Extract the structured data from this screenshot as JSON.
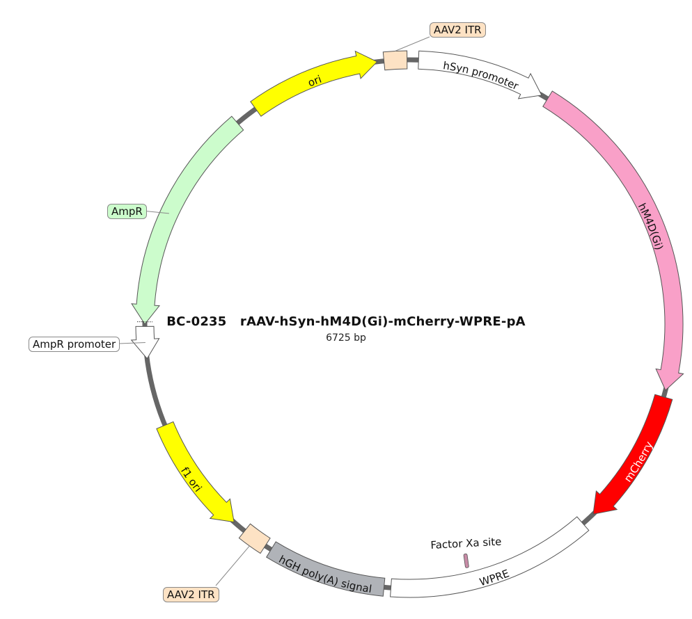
{
  "plasmid": {
    "id": "BC-0235",
    "name": "rAAV-hSyn-hM4D(Gi)-mCherry-WPRE-pA",
    "length_label": "6725 bp",
    "length_bp": 6725
  },
  "features": [
    {
      "label": "AAV2 ITR",
      "type": "box",
      "color": "#fde2c4",
      "start_deg": 354.5,
      "end_deg": 359.5,
      "direction": "none",
      "label_inside": false
    },
    {
      "label": "hSyn promoter",
      "type": "arrow",
      "color": "#ffffff",
      "start_deg": 2.0,
      "end_deg": 30.0,
      "direction": "cw",
      "label_inside": true
    },
    {
      "label": "hM4D(Gi)",
      "type": "arrow",
      "color": "#f9a0c8",
      "start_deg": 31.5,
      "end_deg": 104.5,
      "direction": "cw",
      "label_inside": true
    },
    {
      "label": "mCherry",
      "type": "arrow",
      "color": "#ff0000",
      "start_deg": 106.0,
      "end_deg": 136.0,
      "direction": "cw",
      "label_inside": true
    },
    {
      "label": "WPRE",
      "type": "box",
      "color": "#ffffff",
      "start_deg": 139.0,
      "end_deg": 184.0,
      "direction": "none",
      "label_inside": true
    },
    {
      "label": "hGH poly(A) signal",
      "type": "box",
      "color": "#b0b3b8",
      "start_deg": 185.5,
      "end_deg": 211.5,
      "direction": "none",
      "label_inside": true
    },
    {
      "label": "AAV2 ITR",
      "type": "box",
      "color": "#fde2c4",
      "start_deg": 213.0,
      "end_deg": 218.5,
      "direction": "none",
      "label_inside": false
    },
    {
      "label": "f1 ori",
      "type": "arrow",
      "color": "#ffff00",
      "start_deg": 221.5,
      "end_deg": 247.5,
      "direction": "ccw",
      "label_inside": true
    },
    {
      "label": "AmpR promoter",
      "type": "arrow",
      "color": "#ffffff",
      "start_deg": 262.5,
      "end_deg": 269.5,
      "direction": "ccw",
      "label_inside": false
    },
    {
      "label": "AmpR",
      "type": "arrow",
      "color": "#ccfccc",
      "start_deg": 270.0,
      "end_deg": 319.5,
      "direction": "ccw",
      "label_inside": false
    },
    {
      "label": "ori",
      "type": "arrow",
      "color": "#ffff00",
      "start_deg": 324.5,
      "end_deg": 353.0,
      "direction": "cw",
      "label_inside": true
    }
  ],
  "sites": [
    {
      "label": "Factor Xa site",
      "angle_deg": 166.5,
      "color": "#c78ba6"
    }
  ],
  "backbone_color": "#666666"
}
